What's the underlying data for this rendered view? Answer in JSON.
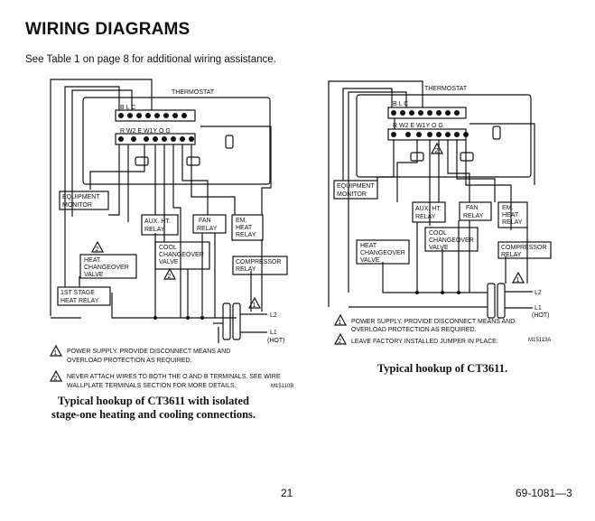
{
  "page": {
    "title": "WIRING DIAGRAMS",
    "subtitle": "See Table 1 on page 8 for additional wiring assistance.",
    "page_number": "21",
    "doc_number": "69-1081—3"
  },
  "left": {
    "thermostat": "THERMOSTAT",
    "terminals_top": "B  L        C",
    "terminals_bottom": "R        W2 E W1Y  O  G",
    "equipment_monitor": [
      "EQUIPMENT",
      "MONITOR"
    ],
    "aux_ht_relay": [
      "AUX. HT.",
      "RELAY"
    ],
    "fan_relay": [
      "FAN",
      "RELAY"
    ],
    "em_heat_relay": [
      "EM.",
      "HEAT",
      "RELAY"
    ],
    "cool_changeover_valve": [
      "COOL",
      "CHANGEOVER",
      "VALVE"
    ],
    "heat_changeover_valve": [
      "HEAT",
      "CHANGEOVER",
      "VALVE"
    ],
    "compressor_relay": [
      "COMPRESSOR",
      "RELAY"
    ],
    "stage1_heat_relay": [
      "1ST STAGE",
      "HEAT RELAY"
    ],
    "l2": "L2",
    "l1": "L1",
    "hot": "(HOT)",
    "note1_num": "1",
    "note2_num": "2",
    "note1": [
      "POWER SUPPLY. PROVIDE DISCONNECT MEANS AND",
      "OVERLOAD PROTECTION AS REQUIRED."
    ],
    "note2": [
      "NEVER ATTACH WIRES TO BOTH THE O AND B TERMINALS. SEE WIRE",
      "WALLPLATE TERMINALS SECTION FOR MORE DETAILS."
    ],
    "code": "M15110B",
    "caption": [
      "Typical hookup of CT3611 with isolated",
      "stage-one heating and cooling connections."
    ]
  },
  "right": {
    "thermostat": "THERMOSTAT",
    "terminals_top": "B  L        C",
    "terminals_bottom": "R        W2 E W1Y  O  G",
    "equipment_monitor": [
      "EQUIPMENT",
      "MONITOR"
    ],
    "aux_ht_relay": [
      "AUX. HT.",
      "RELAY"
    ],
    "fan_relay": [
      "FAN",
      "RELAY"
    ],
    "em_heat_relay": [
      "EM.",
      "HEAT",
      "RELAY"
    ],
    "cool_changeover_valve": [
      "COOL",
      "CHANGEOVER",
      "VALVE"
    ],
    "heat_changeover_valve": [
      "HEAT",
      "CHANGEOVER",
      "VALVE"
    ],
    "compressor_relay": [
      "COMPRESSOR",
      "RELAY"
    ],
    "l2": "L2",
    "l1": "L1",
    "hot": "(HOT)",
    "note1_num": "1",
    "note2_num": "2",
    "note1": [
      "POWER SUPPLY. PROVIDE DISCONNECT MEANS AND",
      "OVERLOAD PROTECTION AS REQUIRED."
    ],
    "note2": [
      "LEAVE FACTORY INSTALLED JUMPER IN PLACE."
    ],
    "code": "M15113A",
    "caption": "Typical hookup of CT3611."
  }
}
